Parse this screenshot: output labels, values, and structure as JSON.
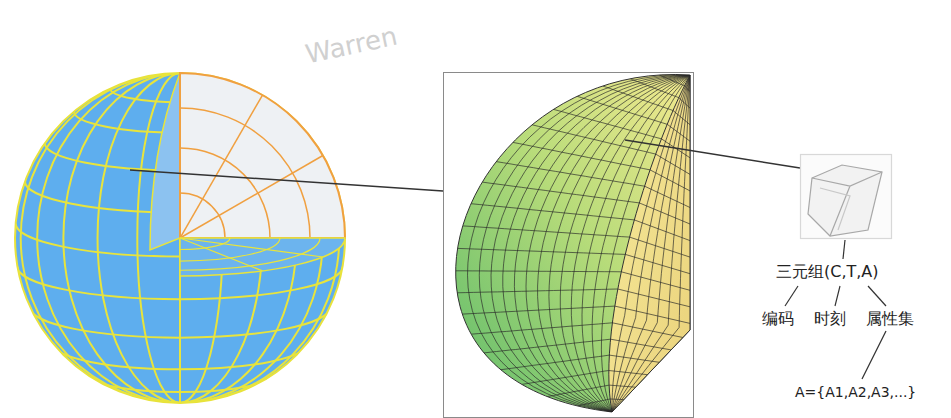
{
  "diagram": {
    "labels": [
      "Warren",
      "三元组(C,T,A)",
      "编码",
      "时刻",
      "属性集",
      "A={A1,A2,A3,...}"
    ]
  }
}
